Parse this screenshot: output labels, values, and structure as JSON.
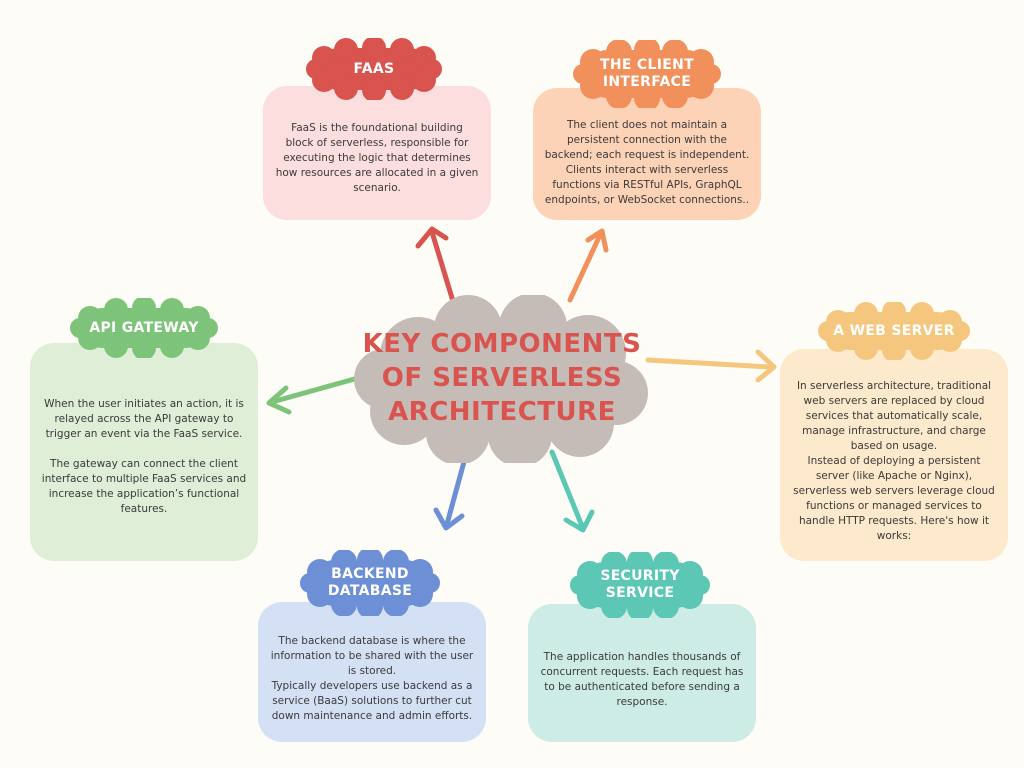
{
  "center": {
    "title": "KEY COMPONENTS\nOF SERVERLESS\nARCHITECTURE"
  },
  "colors": {
    "faas": "#d9534f",
    "client": "#f2905c",
    "api": "#7dc47a",
    "webserver": "#f5c77e",
    "backend": "#6c8fd6",
    "security": "#5cc7b4",
    "cloud": "#c5bcb7",
    "center_text": "#d9534f"
  },
  "components": {
    "faas": {
      "title": "FAAS",
      "description": "FaaS is the foundational building\nblock of serverless, responsible for\nexecuting the logic that determines\nhow resources are allocated in a given\nscenario."
    },
    "client": {
      "title": "THE CLIENT\nINTERFACE",
      "description": "The client does not maintain a\npersistent connection with the\nbackend; each request is independent.\nClients interact with serverless\nfunctions via RESTful APIs, GraphQL\nendpoints, or WebSocket connections.."
    },
    "api_gateway": {
      "title": "API GATEWAY",
      "description": "When the user initiates an action, it is\nrelayed across the API gateway to\ntrigger an event via the FaaS service.\n\nThe gateway can connect the client\ninterface to multiple FaaS services and\nincrease the application’s functional\nfeatures."
    },
    "web_server": {
      "title": "A WEB SERVER",
      "description": "In serverless architecture, traditional\nweb servers are replaced by cloud\nservices that automatically scale,\nmanage infrastructure, and charge\nbased on usage.\nInstead of deploying a persistent\nserver (like Apache or Nginx),\nserverless web servers leverage cloud\nfunctions or managed services to\nhandle HTTP requests. Here's how it\nworks:"
    },
    "backend_database": {
      "title": "BACKEND\nDATABASE",
      "description": "The backend database is where the\ninformation to be shared with the user\nis stored.\nTypically developers use backend as a\nservice (BaaS) solutions to further cut\ndown maintenance and admin efforts."
    },
    "security_service": {
      "title": "SECURITY\nSERVICE",
      "description": "The application handles thousands of\nconcurrent requests. Each request has\nto be authenticated before sending a\nresponse."
    }
  }
}
